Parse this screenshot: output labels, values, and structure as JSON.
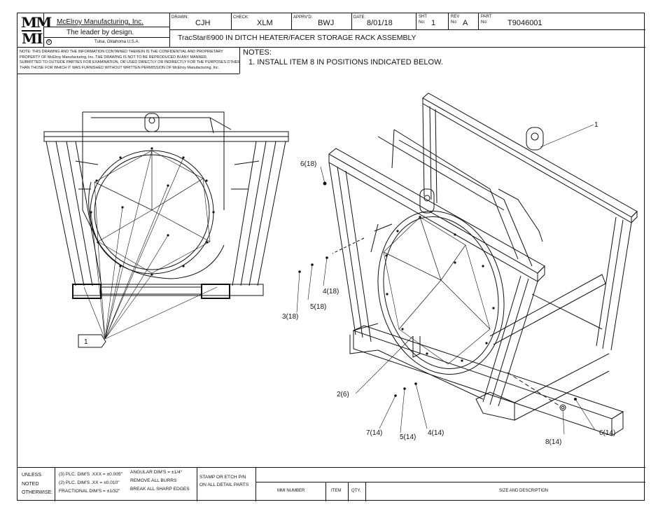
{
  "company": {
    "logo_top": "MM",
    "logo_bottom": "MI",
    "name": "McElroy Manufacturing, Inc.",
    "slogan": "The leader by design.",
    "location": "Tulsa, Oklahoma U.S.A."
  },
  "title_block": {
    "drawn_label": "DRAWN:",
    "drawn_value": "CJH",
    "check_label": "CHECK:",
    "check_value": "XLM",
    "apprvd_label": "APPRV'D:",
    "apprvd_value": "BWJ",
    "date_label": "DATE:",
    "date_value": "8/01/18",
    "sht_label_1": "SHT",
    "sht_label_2": "No:",
    "sht_value": "1",
    "rev_label_1": "REV",
    "rev_label_2": "No:",
    "rev_value": "A",
    "part_label_1": "PART",
    "part_label_2": "No:",
    "part_value": "T9046001",
    "drawing_title": "TracStar®900 IN DITCH HEATER/FACER STORAGE RACK ASSEMBLY"
  },
  "confidential_note": [
    "NOTE: THIS DRAWING AND THE INFORMATION CONTAINED THEREIN IS THE CONFIDENTIAL AND PROPRIETARY",
    "PROPERTY OF McElroy Manufacturing, Inc. THE DRAWING IS NOT TO BE REPRODUCED IN ANY MANNER,",
    "SUBMITTED TO OUTSIDE PARTIES FOR EXAMINATION, OR USED DIRECTLY OR INDIRECTLY FOR THE PURPOSES OTHER",
    "THAN THOSE FOR WHICH IT WAS FURNISHED WITHOUT WRITTEN PERMISSION OF McElroy Manufacturing, Inc."
  ],
  "notes": {
    "heading": "NOTES:",
    "items": [
      "1.  INSTALL ITEM 8 IN POSITIONS INDICATED BELOW."
    ]
  },
  "callouts": {
    "item1_right": "1",
    "item1_left": "1",
    "c6_18": "6(18)",
    "c4_18": "4(18)",
    "c5_18": "5(18)",
    "c3_18": "3(18)",
    "c2_6": "2(6)",
    "c7_14": "7(14)",
    "c5_14": "5(14)",
    "c4_14": "4(14)",
    "c8_14": "8(14)",
    "c6_14": "6(14)"
  },
  "tolerances": {
    "unless": "UNLESS",
    "noted": "NOTED",
    "otherwise": "OTHERWISE:",
    "three_plc": "(3) PLC. DIM'S .XXX = ±0.005\"",
    "two_plc": "(2) PLC. DIM'S .XX = ±0.010\"",
    "fractional": "FRACTIONAL DIM'S = ±1/32\"",
    "angular": "ANGULAR DIM'S = ±1/4°",
    "burrs": "REMOVE ALL BURRS",
    "edges": "BREAK ALL SHARP EDGES",
    "stamp_1": "STAMP OR ETCH P/N",
    "stamp_2": "ON ALL DETAIL PARTS"
  },
  "bom_header": {
    "mmi_number": "MMI NUMBER",
    "item": "ITEM",
    "qty": "QTY.",
    "size_desc": "SIZE AND DESCRIPTION"
  }
}
